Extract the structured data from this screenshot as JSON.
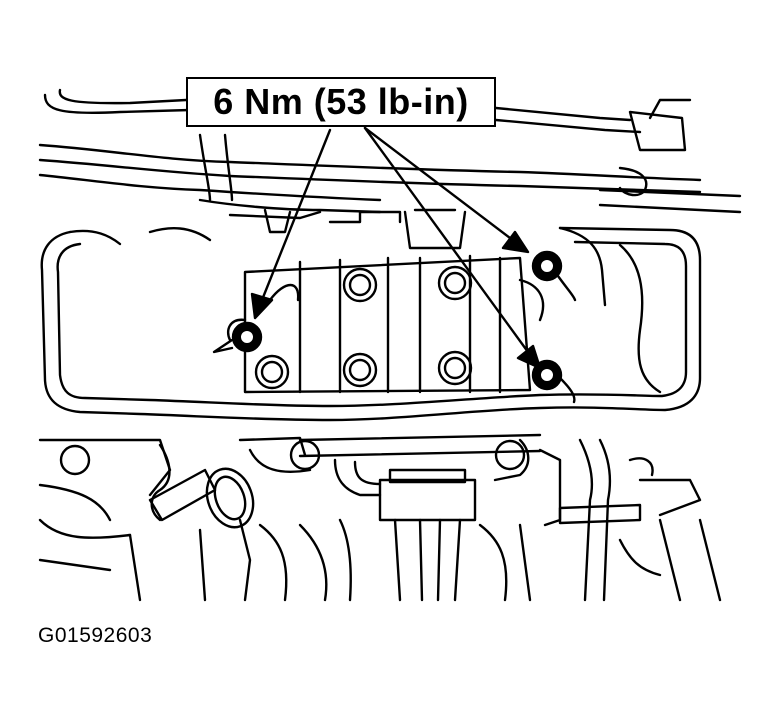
{
  "callout": {
    "torque_label": "6 Nm (53 lb-in)"
  },
  "figure_id": "G01592603",
  "colors": {
    "line": "#000000",
    "background": "#ffffff"
  },
  "fasteners": [
    {
      "name": "bolt-left"
    },
    {
      "name": "bolt-top-right"
    },
    {
      "name": "bolt-bottom-right"
    }
  ]
}
